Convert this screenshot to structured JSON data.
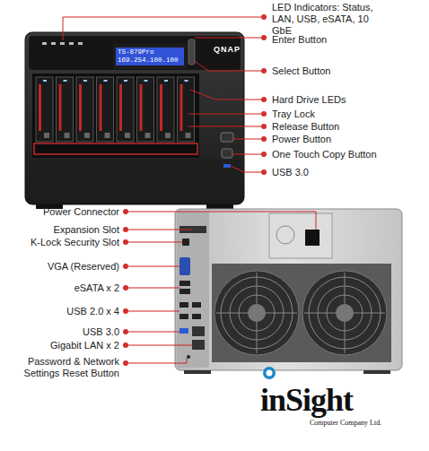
{
  "diagram": {
    "nodes": [
      {
        "text": [
          "TS-879Pro 169.254.100.100"
        ]
      }
    ],
    "labels": [
      "LED Indicators: Status, LAN, USB, eSATA, 10 GbE",
      "QNAP",
      "Enter Button",
      "Select Button",
      "Hard Drive LEDs",
      "Tray Lock",
      "Release Button",
      "Power Button",
      "One Touch Copy Button",
      "USB 3.0",
      "Power Connector",
      "Expansion Slot",
      "K-Lock Security Slot",
      "VGA (Reserved)",
      "eSATA x 2",
      "USB 2.0 x 4",
      "USB 3.0",
      "Gigabit LAN x 2",
      "Password & Network Settings Reset Button",
      "inSight",
      "Computer Company Ltd."
    ]
  }
}
